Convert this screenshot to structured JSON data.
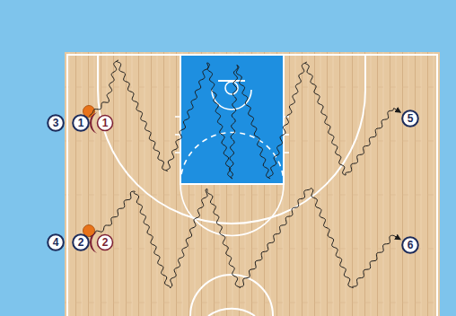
{
  "diagram": {
    "nodes": [
      {
        "text": [
          "3"
        ]
      },
      {
        "text": [
          "1"
        ]
      },
      {
        "text": [
          "1"
        ]
      },
      {
        "text": [
          "4"
        ]
      },
      {
        "text": [
          "2"
        ]
      },
      {
        "text": [
          "2"
        ]
      },
      {
        "text": [
          "5"
        ]
      },
      {
        "text": [
          "6"
        ]
      }
    ],
    "edges": [
      {
        "from": 1,
        "to": 6,
        "arrow": "to"
      },
      {
        "from": 4,
        "to": 7,
        "arrow": "to"
      }
    ]
  }
}
